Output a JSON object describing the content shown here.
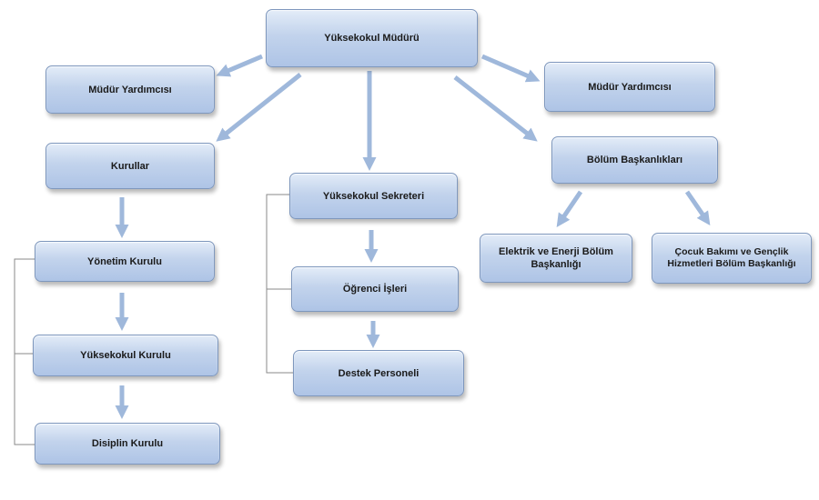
{
  "org_chart": {
    "director": "Yüksekokul Müdürü",
    "deputy_left": "Müdür Yardımcısı",
    "deputy_right": "Müdür Yardımcısı",
    "boards": "Kurullar",
    "management_board": "Yönetim Kurulu",
    "school_board": "Yüksekokul Kurulu",
    "discipline_board": "Disiplin Kurulu",
    "secretary": "Yüksekokul Sekreteri",
    "student_affairs": "Öğrenci İşleri",
    "support_staff": "Destek Personeli",
    "department_heads": "Bölüm Başkanlıkları",
    "electric_dept": "Elektrik ve Enerji Bölüm Başkanlığı",
    "childcare_dept": "Çocuk Bakımı ve Gençlik Hizmetleri Bölüm Başkanlığı"
  },
  "colors": {
    "box_top": "#e3ecf8",
    "box_bottom": "#aec4e6",
    "box_border": "#7e97bd",
    "arrow": "#9fb8db",
    "bracket_line": "#8a8a8a"
  }
}
